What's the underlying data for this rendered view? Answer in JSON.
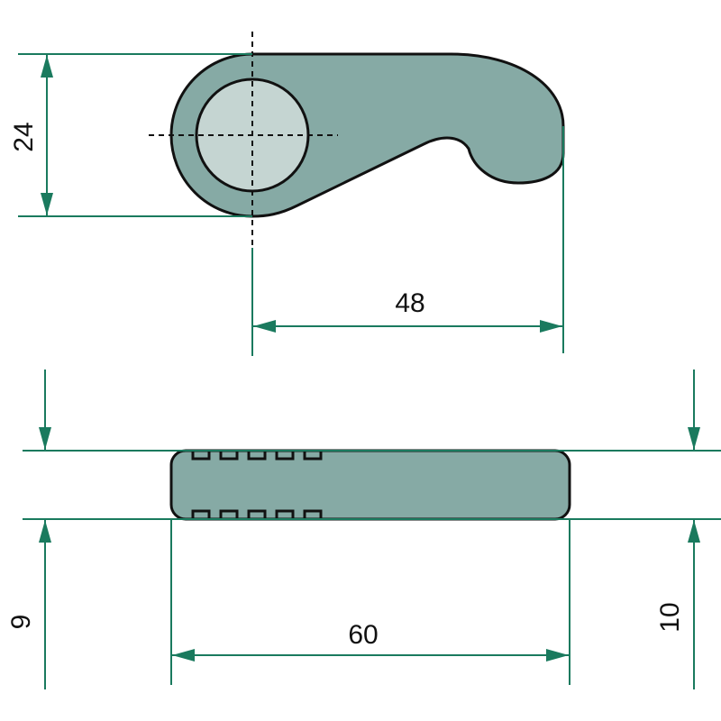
{
  "dimensions": {
    "height_top": "24",
    "hole_to_end": "48",
    "length": "60",
    "thickness_left": "9",
    "thickness_right": "10"
  },
  "colors": {
    "part_fill": "#86aaa5",
    "hole_fill": "#c5d5d2",
    "dimension_line": "#1a7a5e"
  }
}
